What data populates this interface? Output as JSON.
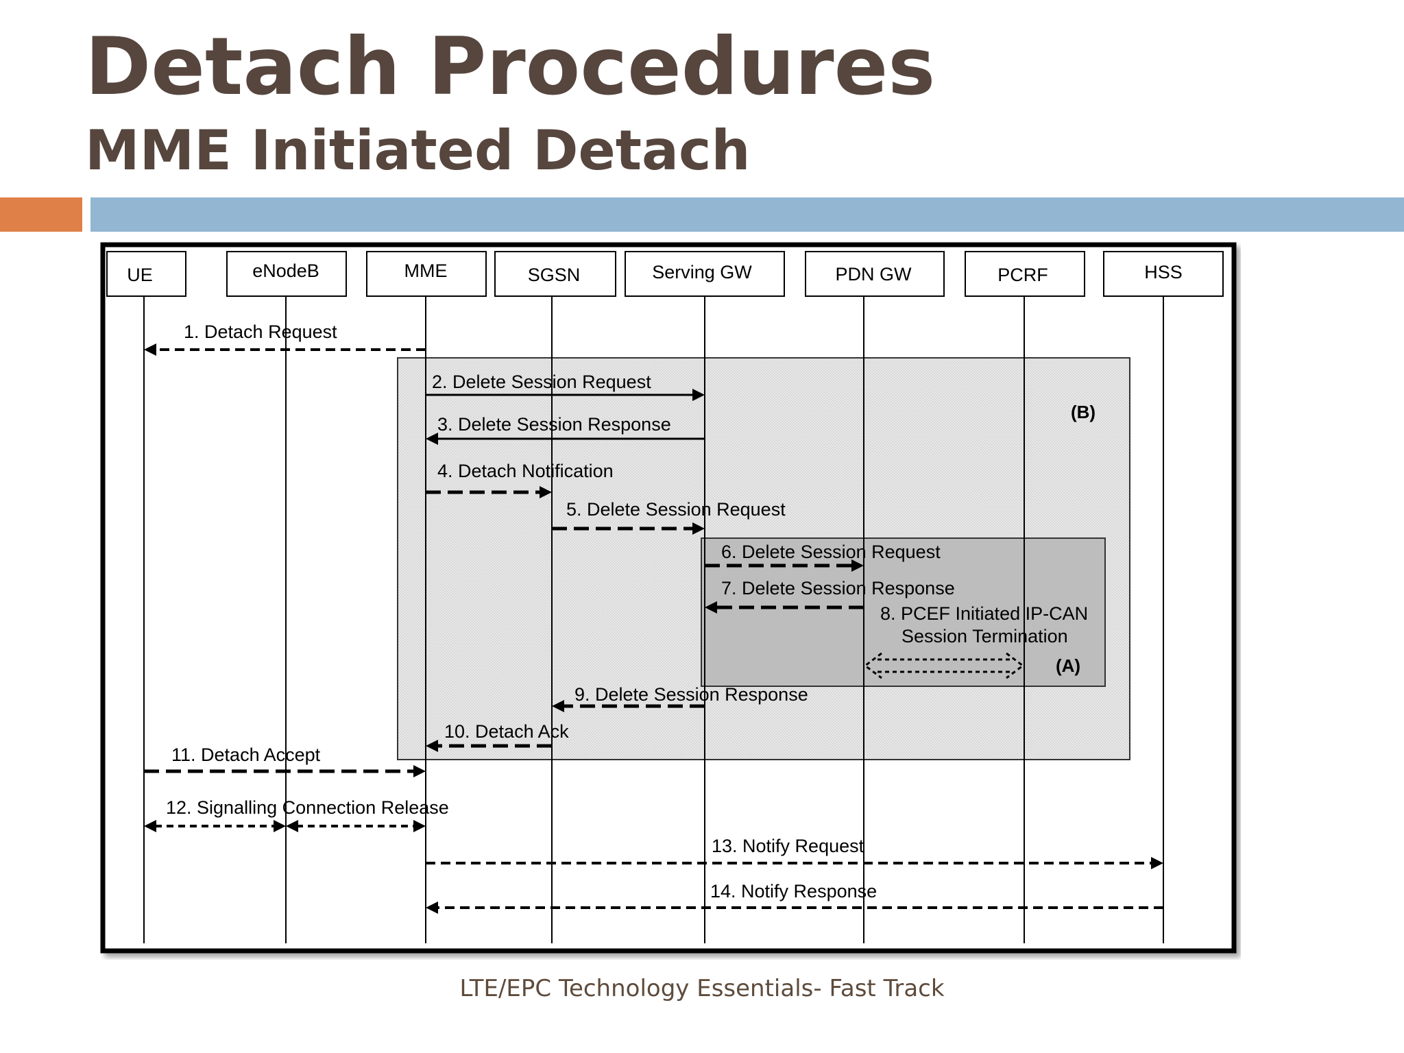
{
  "slide": {
    "title": "Detach Procedures",
    "subtitle": "MME Initiated Detach",
    "footer": "LTE/EPC Technology Essentials- Fast Track"
  },
  "colors": {
    "title": "#56463e",
    "accent_orange": "#df8048",
    "accent_blue": "#93b6d3",
    "region_b_fill": "#e2e2e2",
    "region_a_fill": "#bdbdbd"
  },
  "diagram": {
    "entities": [
      "UE",
      "eNodeB",
      "MME",
      "SGSN",
      "Serving GW",
      "PDN GW",
      "PCRF",
      "HSS"
    ],
    "regions": {
      "b_label": "(B)",
      "a_label": "(A)"
    },
    "messages": [
      {
        "label": "1. Detach Request",
        "from": "MME",
        "to": "UE",
        "style": "dashed"
      },
      {
        "label": "2. Delete Session Request",
        "from": "MME",
        "to": "Serving GW",
        "style": "solid"
      },
      {
        "label": "3. Delete Session Response",
        "from": "Serving GW",
        "to": "MME",
        "style": "solid"
      },
      {
        "label": "4. Detach Notification",
        "from": "MME",
        "to": "SGSN",
        "style": "dashed"
      },
      {
        "label": "5. Delete Session Request",
        "from": "SGSN",
        "to": "Serving GW",
        "style": "dashed"
      },
      {
        "label": "6. Delete Session Request",
        "from": "Serving GW",
        "to": "PDN GW",
        "style": "dashed"
      },
      {
        "label": "7. Delete Session Response",
        "from": "PDN GW",
        "to": "Serving GW",
        "style": "dashed"
      },
      {
        "label": "8. PCEF Initiated IP-CAN",
        "label2": "Session Termination",
        "from": "PDN GW",
        "to": "PCRF",
        "style": "dotted-both"
      },
      {
        "label": "9. Delete Session Response",
        "from": "Serving GW",
        "to": "SGSN",
        "style": "dashed"
      },
      {
        "label": "10. Detach Ack",
        "from": "SGSN",
        "to": "MME",
        "style": "dashed"
      },
      {
        "label": "11. Detach Accept",
        "from": "UE",
        "to": "MME",
        "style": "dashed"
      },
      {
        "label": "12. Signalling Connection Release",
        "from": "UE",
        "to": "MME",
        "style": "dashed-both"
      },
      {
        "label": "13. Notify Request",
        "from": "MME",
        "to": "HSS",
        "style": "dashed"
      },
      {
        "label": "14. Notify Response",
        "from": "HSS",
        "to": "MME",
        "style": "dashed"
      }
    ]
  }
}
